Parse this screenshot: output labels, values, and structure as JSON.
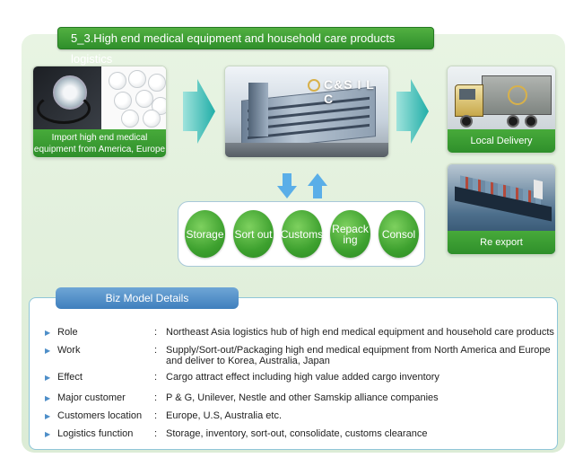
{
  "title": "5_3.High end medical equipment and household care products logistics",
  "import_card": {
    "label": "Import high end medical equipment from America, Europe"
  },
  "warehouse_card": {
    "logo_text": "C&S I L C"
  },
  "local_card": {
    "label": "Local Delivery"
  },
  "export_card": {
    "label": "Re export"
  },
  "services": [
    "Storage",
    "Sort out",
    "Customs",
    "Repack ing",
    "Consol"
  ],
  "details_title": "Biz Model Details",
  "details": [
    {
      "label": "Role",
      "value": "Northeast Asia logistics hub of high end medical equipment and household care products"
    },
    {
      "label": "Work",
      "value": "Supply/Sort-out/Packaging high end medical equipment from North America and Europe and deliver to Korea, Australia, Japan"
    },
    {
      "label": "Effect",
      "value": "Cargo attract effect including high value added cargo inventory"
    },
    {
      "label": "Major customer",
      "value": "P & G, Unilever, Nestle and other Samskip alliance companies"
    },
    {
      "label": "Customers location",
      "value": "Europe, U.S, Australia etc."
    },
    {
      "label": "Logistics function",
      "value": "Storage, inventory, sort-out, consolidate, customs clearance"
    }
  ],
  "colors": {
    "accent_green": "#3ea12f",
    "arrow_teal": "#2fb8b3",
    "detail_blue": "#3f7fbd"
  }
}
